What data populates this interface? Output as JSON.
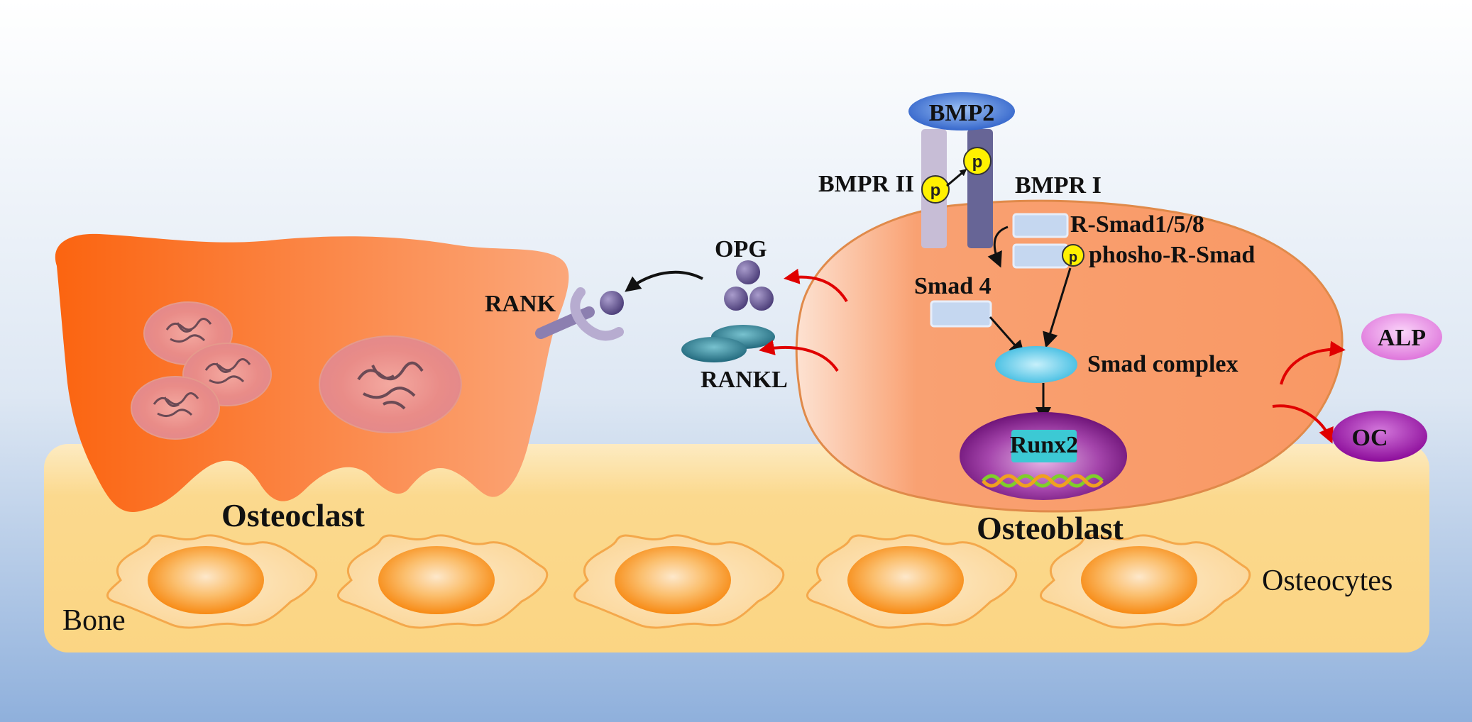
{
  "labels": {
    "bmp2": "BMP2",
    "bmpr2": "BMPR II",
    "bmpr1": "BMPR I",
    "r_smad": "R-Smad1/5/8",
    "phospho_r_smad": "phosho-R-Smad",
    "smad4": "Smad 4",
    "smad_complex": "Smad complex",
    "runx2": "Runx2",
    "opg": "OPG",
    "rankl": "RANKL",
    "rank": "RANK",
    "alp": "ALP",
    "oc": "OC",
    "osteoclast": "Osteoclast",
    "osteoblast": "Osteoblast",
    "osteocytes": "Osteocytes",
    "bone": "Bone",
    "p": "p"
  },
  "colors": {
    "sky_top": "#ffffff",
    "sky_bottom": "#8fb0dc",
    "bone_fill": "#fad98c",
    "bone_edge": "#fcefd0",
    "osteoclast_dark": "#fb6a10",
    "osteoclast_light": "#fba070",
    "osteoblast_fill": "#f9a070",
    "osteoblast_edge": "#f5c8a8",
    "bmp2": "#3b6fd0",
    "bmpr2": "#c7bdd6",
    "bmpr1": "#676596",
    "phospho": "#fff100",
    "smad_box": "#c5d7f0",
    "smad_complex": "#5ec9e8",
    "runx2_nucleus": "#7a1a86",
    "runx2_box": "#3cc9d4",
    "opg": "#5c4d86",
    "rankl": "#2d7c90",
    "alp": "#e58ce3",
    "oc": "#9a16a7",
    "arrow_red": "#e00000",
    "arrow_black": "#111111"
  }
}
